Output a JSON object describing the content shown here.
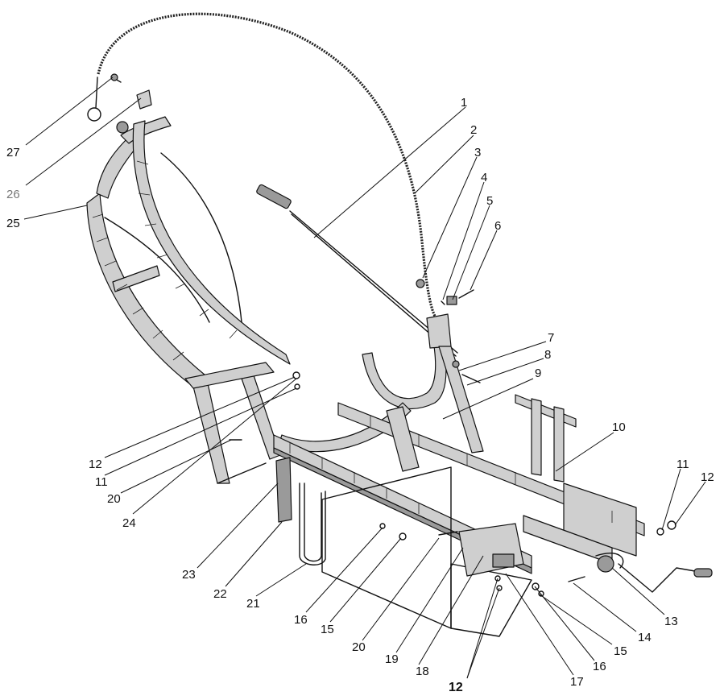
{
  "callouts": [
    {
      "id": "c1",
      "text": "1"
    },
    {
      "id": "c2",
      "text": "2"
    },
    {
      "id": "c3",
      "text": "3"
    },
    {
      "id": "c4",
      "text": "4"
    },
    {
      "id": "c5",
      "text": "5"
    },
    {
      "id": "c6",
      "text": "6"
    },
    {
      "id": "c7",
      "text": "7"
    },
    {
      "id": "c8",
      "text": "8"
    },
    {
      "id": "c9",
      "text": "9"
    },
    {
      "id": "c10",
      "text": "10"
    },
    {
      "id": "c11a",
      "text": "11"
    },
    {
      "id": "c12a",
      "text": "12"
    },
    {
      "id": "c13",
      "text": "13"
    },
    {
      "id": "c14",
      "text": "14"
    },
    {
      "id": "c15a",
      "text": "15"
    },
    {
      "id": "c16a",
      "text": "16"
    },
    {
      "id": "c17",
      "text": "17"
    },
    {
      "id": "c12b",
      "text": "12"
    },
    {
      "id": "c18",
      "text": "18"
    },
    {
      "id": "c19",
      "text": "19"
    },
    {
      "id": "c20a",
      "text": "20"
    },
    {
      "id": "c15b",
      "text": "15"
    },
    {
      "id": "c16b",
      "text": "16"
    },
    {
      "id": "c21",
      "text": "21"
    },
    {
      "id": "c22",
      "text": "22"
    },
    {
      "id": "c23",
      "text": "23"
    },
    {
      "id": "c24",
      "text": "24"
    },
    {
      "id": "c20b",
      "text": "20"
    },
    {
      "id": "c11b",
      "text": "11"
    },
    {
      "id": "c12c",
      "text": "12"
    },
    {
      "id": "c25",
      "text": "25"
    },
    {
      "id": "c26",
      "text": "26"
    },
    {
      "id": "c27",
      "text": "27"
    }
  ]
}
